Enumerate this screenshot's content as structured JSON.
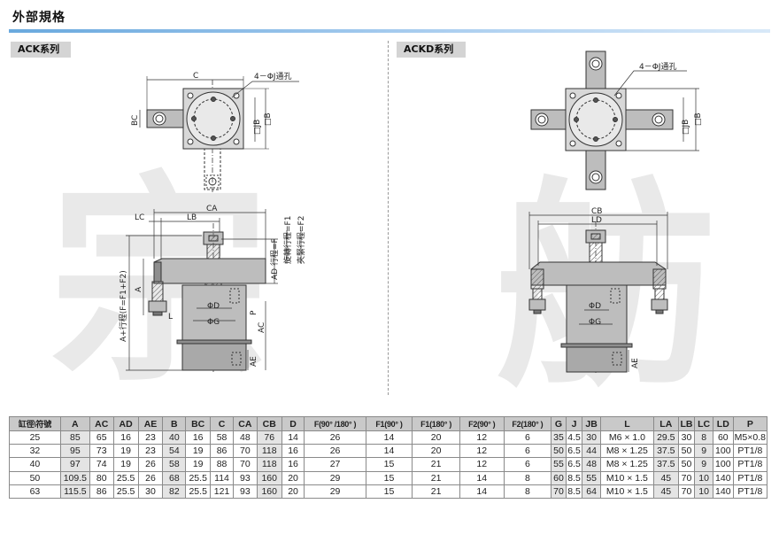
{
  "header": {
    "title": "外部規格"
  },
  "sections": {
    "left": "ACK系列",
    "right": "ACKD系列"
  },
  "watermark": {
    "left": "宗",
    "right": "舫"
  },
  "drawing_labels": {
    "c": "C",
    "hole": "4－ΦJ通孔",
    "bc": "BC",
    "jb": "□JB",
    "b": "□B",
    "ca": "CA",
    "lc": "LC",
    "lb": "LB",
    "rot": "旋轉行程=F1",
    "clamp": "夾緊行程=F2",
    "ad": "AD 行程=F",
    "a_total": "A+行程(F=F1+F2)",
    "a": "A",
    "l": "L",
    "phi_d": "ΦD",
    "phi_g": "ΦG",
    "p": "P",
    "ac": "AC",
    "ae": "AE",
    "cb": "CB",
    "ld": "LD"
  },
  "table": {
    "columns": [
      "缸徑\\符號",
      "A",
      "AC",
      "AD",
      "AE",
      "B",
      "BC",
      "C",
      "CA",
      "CB",
      "D",
      "F(90° /180° )",
      "F1(90° )",
      "F1(180° )",
      "F2(90° )",
      "F2(180° )",
      "G",
      "J",
      "JB",
      "L",
      "LA",
      "LB",
      "LC",
      "LD",
      "P"
    ],
    "rows": [
      [
        "25",
        "85",
        "65",
        "16",
        "23",
        "40",
        "16",
        "58",
        "48",
        "76",
        "14",
        "26",
        "14",
        "20",
        "12",
        "6",
        "35",
        "4.5",
        "30",
        "M6 × 1.0",
        "29.5",
        "30",
        "8",
        "60",
        "M5×0.8"
      ],
      [
        "32",
        "95",
        "73",
        "19",
        "23",
        "54",
        "19",
        "86",
        "70",
        "118",
        "16",
        "26",
        "14",
        "20",
        "12",
        "6",
        "50",
        "6.5",
        "44",
        "M8 × 1.25",
        "37.5",
        "50",
        "9",
        "100",
        "PT1/8"
      ],
      [
        "40",
        "97",
        "74",
        "19",
        "26",
        "58",
        "19",
        "88",
        "70",
        "118",
        "16",
        "27",
        "15",
        "21",
        "12",
        "6",
        "55",
        "6.5",
        "48",
        "M8 × 1.25",
        "37.5",
        "50",
        "9",
        "100",
        "PT1/8"
      ],
      [
        "50",
        "109.5",
        "80",
        "25.5",
        "26",
        "68",
        "25.5",
        "114",
        "93",
        "160",
        "20",
        "29",
        "15",
        "21",
        "14",
        "8",
        "60",
        "8.5",
        "55",
        "M10 × 1.5",
        "45",
        "70",
        "10",
        "140",
        "PT1/8"
      ],
      [
        "63",
        "115.5",
        "86",
        "25.5",
        "30",
        "82",
        "25.5",
        "121",
        "93",
        "160",
        "20",
        "29",
        "15",
        "21",
        "14",
        "8",
        "70",
        "8.5",
        "64",
        "M10 × 1.5",
        "45",
        "70",
        "10",
        "140",
        "PT1/8"
      ]
    ]
  },
  "colors": {
    "accent": "#6aa9de",
    "header_bg": "#c9c9c9",
    "zebra": "#e4e4e4",
    "part_fill": "#bdbdbd",
    "part_dark": "#8e8e8e"
  }
}
